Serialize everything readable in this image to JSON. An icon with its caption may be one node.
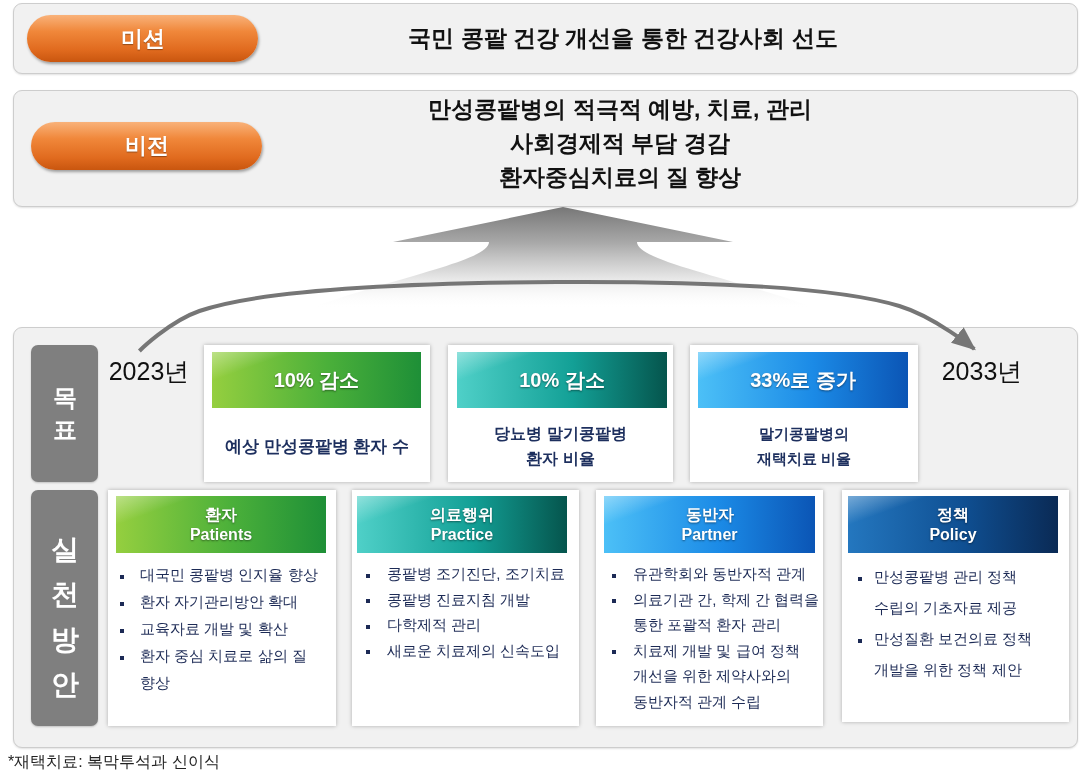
{
  "diagram": {
    "nodes": [
      {
        "text": [
          "국민 콩팥 건강 개선을 통한 건강사회 선도"
        ]
      },
      {
        "text": [
          "미션"
        ],
        "in": 0
      },
      {
        "text": [
          "만성콩팥병의 적극적 예방, 치료, 관리",
          "사회경제적 부담 경감",
          "환자중심치료의 질 향상"
        ]
      },
      {
        "text": [
          "비전"
        ],
        "in": 2
      },
      {
        "text": [],
        "shape": "box"
      },
      {
        "text": [
          "목표"
        ],
        "in": 4
      },
      {
        "text": [
          "2023년"
        ],
        "in": 4
      },
      {
        "text": [
          "10% 감소",
          "예상 만성콩팥병 환자 수"
        ],
        "in": 4
      },
      {
        "text": [
          "10% 감소",
          "당뇨병 말기콩팥병 환자 비율"
        ],
        "in": 4
      },
      {
        "text": [
          "33%로 증가",
          "말기콩팥병의 재택치료 비율"
        ],
        "in": 4
      },
      {
        "text": [
          "2033년"
        ],
        "in": 4
      },
      {
        "text": [
          "실천방안"
        ],
        "in": 4
      },
      {
        "text": [
          "환자",
          "Patients",
          "대국민 콩팥병 인지율 향상",
          "환자 자기관리방안 확대",
          "교육자료 개발 및 확산",
          "환자 중심 치료로 삶의 질 향상"
        ],
        "in": 4
      },
      {
        "text": [
          "의료행위",
          "Practice",
          "콩팥병 조기진단, 조기치료",
          "콩팥병 진료지침 개발",
          "다학제적 관리",
          "새로운 치료제의 신속도입"
        ],
        "in": 4
      },
      {
        "text": [
          "동반자",
          "Partner",
          "유관학회와 동반자적 관계",
          "의료기관 간, 학제 간 협력을 통한 포괄적 환자 관리",
          "치료제 개발 및 급여 정책 개선을 위한 제약사와의 동반자적 관계 수립"
        ],
        "in": 4
      },
      {
        "text": [
          "정책",
          "Policy",
          "만성콩팥병 관리 정책 수립의 기초자료 제공",
          "만성질환 보건의료 정책 개발을 위한 정책 제안"
        ],
        "in": 4
      }
    ],
    "edges": [
      {
        "from": 4,
        "to": 2,
        "arrow": "to",
        "style": "thick"
      },
      {
        "from": 6,
        "to": 10,
        "arrow": "to"
      }
    ],
    "labels": [
      "*재택치료: 복막투석과 신이식"
    ]
  }
}
